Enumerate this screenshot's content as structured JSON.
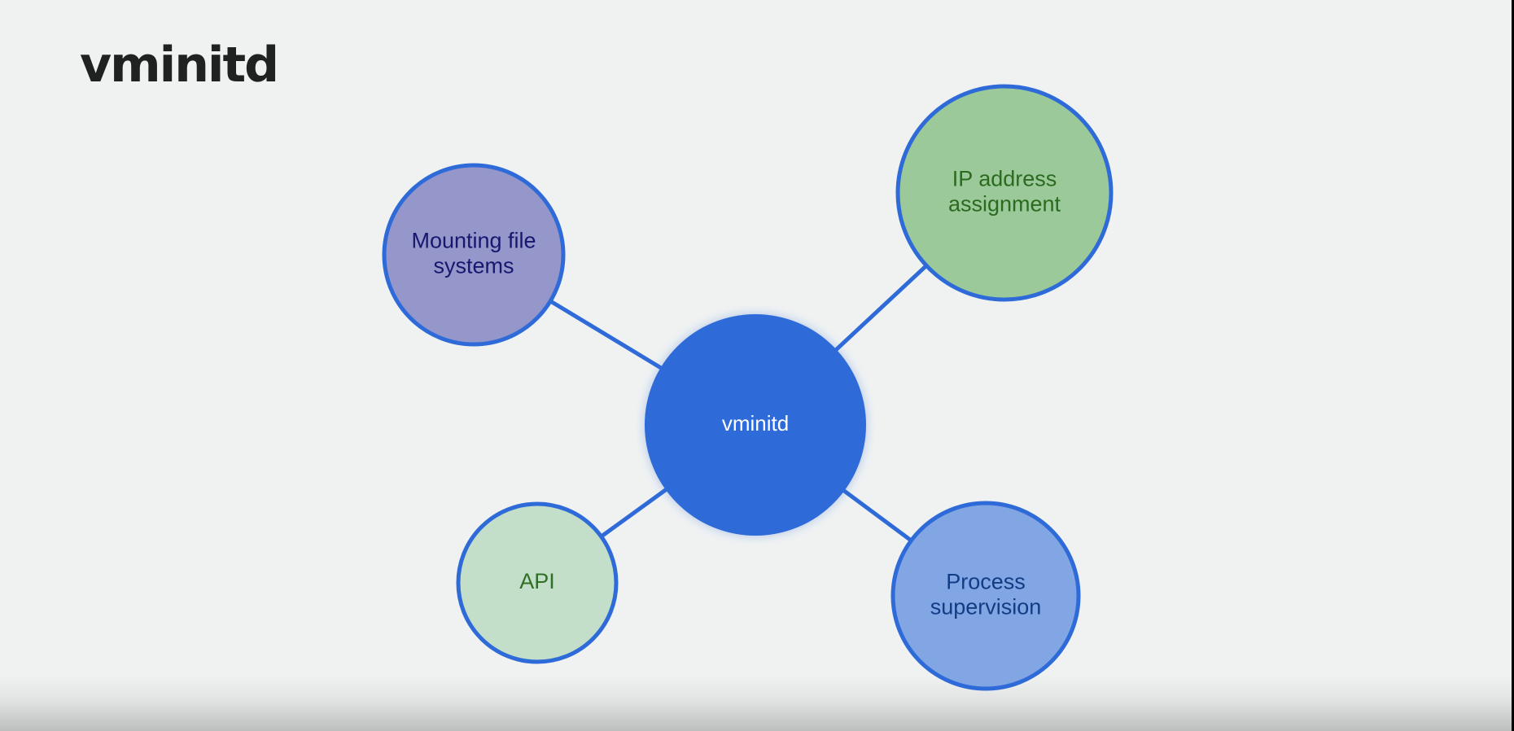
{
  "slide": {
    "title": "vminitd"
  },
  "diagram": {
    "type": "hub-and-spoke",
    "hub": {
      "id": "hub",
      "label_lines": [
        "vminitd"
      ],
      "fill": "#2f6bd8",
      "text_color": "#ffffff"
    },
    "nodes": [
      {
        "id": "mounting",
        "label_lines": [
          "Mounting file",
          "systems"
        ],
        "fill": "#9597cb",
        "text_color": "#17176f"
      },
      {
        "id": "ip",
        "label_lines": [
          "IP address",
          "assignment"
        ],
        "fill": "#9bc99a",
        "text_color": "#2b6b1f"
      },
      {
        "id": "api",
        "label_lines": [
          "API"
        ],
        "fill": "#c4dfc9",
        "text_color": "#2f6f26"
      },
      {
        "id": "process",
        "label_lines": [
          "Process",
          "supervision"
        ],
        "fill": "#82a5e3",
        "text_color": "#123d85"
      }
    ],
    "edges": [
      {
        "from": "hub",
        "to": "mounting"
      },
      {
        "from": "hub",
        "to": "ip"
      },
      {
        "from": "hub",
        "to": "api"
      },
      {
        "from": "hub",
        "to": "process"
      }
    ],
    "stroke_color": "#2f6bd8"
  }
}
